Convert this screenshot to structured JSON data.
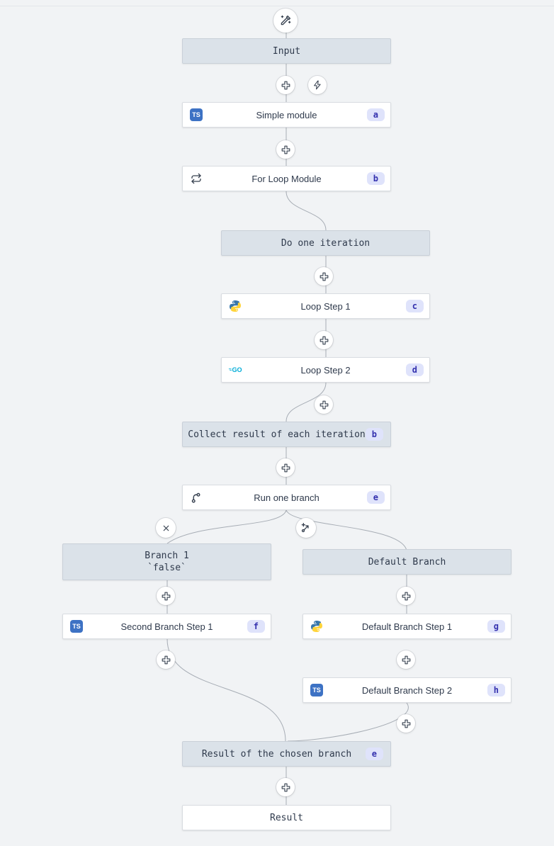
{
  "canvas": {
    "background": "#f1f3f5",
    "edge_color": "#a7adb5",
    "virtual_node_bg": "#dbe2e9",
    "module_node_bg": "#ffffff",
    "badge_bg": "#dfe3fb",
    "badge_text_color": "#3431ae",
    "ts_blue": "#3d72c4",
    "python_blue": "#3776ab",
    "python_yellow": "#ffd43b",
    "go_cyan": "#00acd7"
  },
  "icons": {
    "trigger": "wand-sparkles-icon",
    "insert": "plus-icon",
    "run": "zap-icon",
    "loop": "repeat-icon",
    "branch": "git-branch-icon",
    "remove_branch": "x-icon",
    "add_branch": "branch-plus-icon",
    "ts_label": "TS",
    "go_label": "GO"
  },
  "nodes": {
    "input": {
      "label": "Input"
    },
    "simple_module": {
      "label": "Simple module",
      "badge": "a",
      "lang": "typescript"
    },
    "for_loop": {
      "label": "For Loop Module",
      "badge": "b",
      "icon": "repeat-icon"
    },
    "do_one_iteration": {
      "label": "Do one iteration"
    },
    "loop_step_1": {
      "label": "Loop Step 1",
      "badge": "c",
      "lang": "python"
    },
    "loop_step_2": {
      "label": "Loop Step 2",
      "badge": "d",
      "lang": "go"
    },
    "collect_result": {
      "label": "Collect result of each iteration",
      "badge": "b"
    },
    "run_one_branch": {
      "label": "Run one branch",
      "badge": "e",
      "icon": "git-branch-icon"
    },
    "branch_1": {
      "label": "Branch 1",
      "sublabel": "`false`"
    },
    "default_branch": {
      "label": "Default Branch"
    },
    "second_branch_step_1": {
      "label": "Second Branch Step 1",
      "badge": "f",
      "lang": "typescript"
    },
    "default_branch_step_1": {
      "label": "Default Branch Step 1",
      "badge": "g",
      "lang": "python"
    },
    "default_branch_step_2": {
      "label": "Default Branch Step 2",
      "badge": "h",
      "lang": "typescript"
    },
    "result_of_chosen_branch": {
      "label": "Result of the chosen branch",
      "badge": "e"
    },
    "result": {
      "label": "Result"
    }
  }
}
